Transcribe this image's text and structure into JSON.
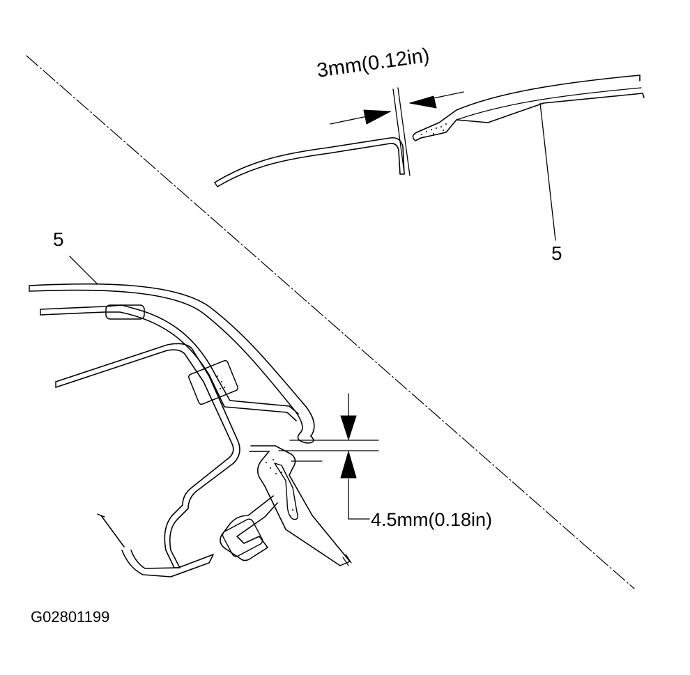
{
  "diagram": {
    "labels": {
      "gap_top": "3mm(0.12in)",
      "gap_bottom": "4.5mm(0.18in)",
      "callout_top": "5",
      "callout_left": "5",
      "figure_code": "G02801199"
    },
    "colors": {
      "ink": "#000000",
      "background": "#ffffff",
      "fill": "#ffffff"
    }
  }
}
